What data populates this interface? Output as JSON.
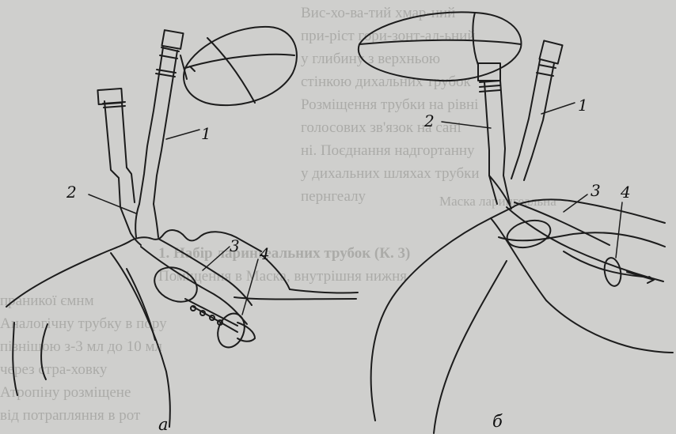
{
  "figure": {
    "labels_a": [
      "1",
      "2",
      "3",
      "4"
    ],
    "labels_b": [
      "1",
      "2",
      "3",
      "4"
    ],
    "caption_a": "а",
    "caption_b": "б"
  },
  "background_text": {
    "block_a": [
      "Вис-хо-ва-тий хмар-ний",
      "при-ріст гори-зонт-ал-ьний",
      "у глибину з верхньою",
      "стінкою дихальних трубок",
      "Розміщення трубки на рівні",
      "голосових зв'язок на сані",
      "ні. Поєднання надгортанну",
      "у дихальних шляхах трубки",
      "пернгеалу"
    ],
    "block_b": [
      "1. Набір ларингеальних трубок (К. 3)",
      "Поміщення в Маска, внутрішня нижня"
    ],
    "block_c": [
      "праникої ємнм",
      "Аналогічну трубку в пору",
      "пізнішою з-3 мл до 10 мл",
      "через стра-ховку",
      "Атропіну розміщене",
      "від потрапляння в рот"
    ],
    "block_d": [
      "Маска ларингеальна"
    ]
  }
}
